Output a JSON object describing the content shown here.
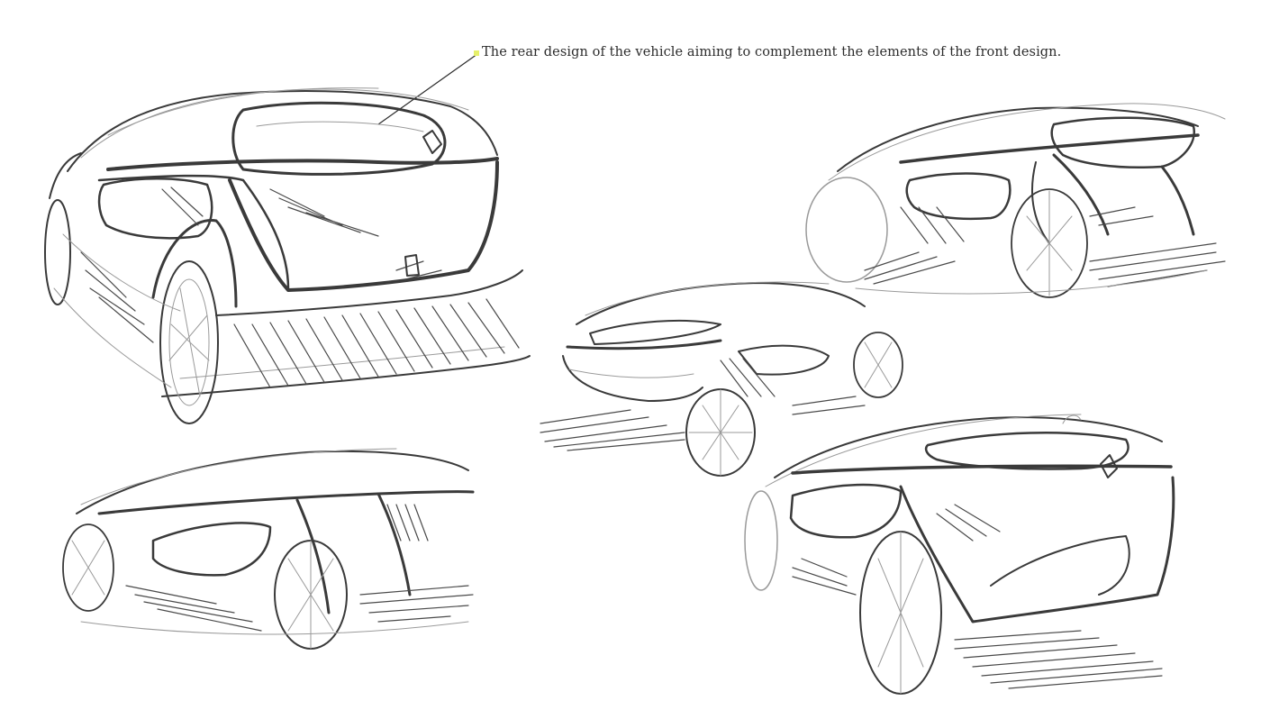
{
  "annotation": {
    "text": "The rear design of the vehicle aiming to  complement the elements of the front design.",
    "marker_color": "#e6f06a"
  },
  "sketches": [
    {
      "name": "rear-three-quarter-large"
    },
    {
      "name": "rear-three-quarter-top-right"
    },
    {
      "name": "front-three-quarter-center"
    },
    {
      "name": "side-rear-bottom-left"
    },
    {
      "name": "rear-three-quarter-bottom-right"
    }
  ]
}
